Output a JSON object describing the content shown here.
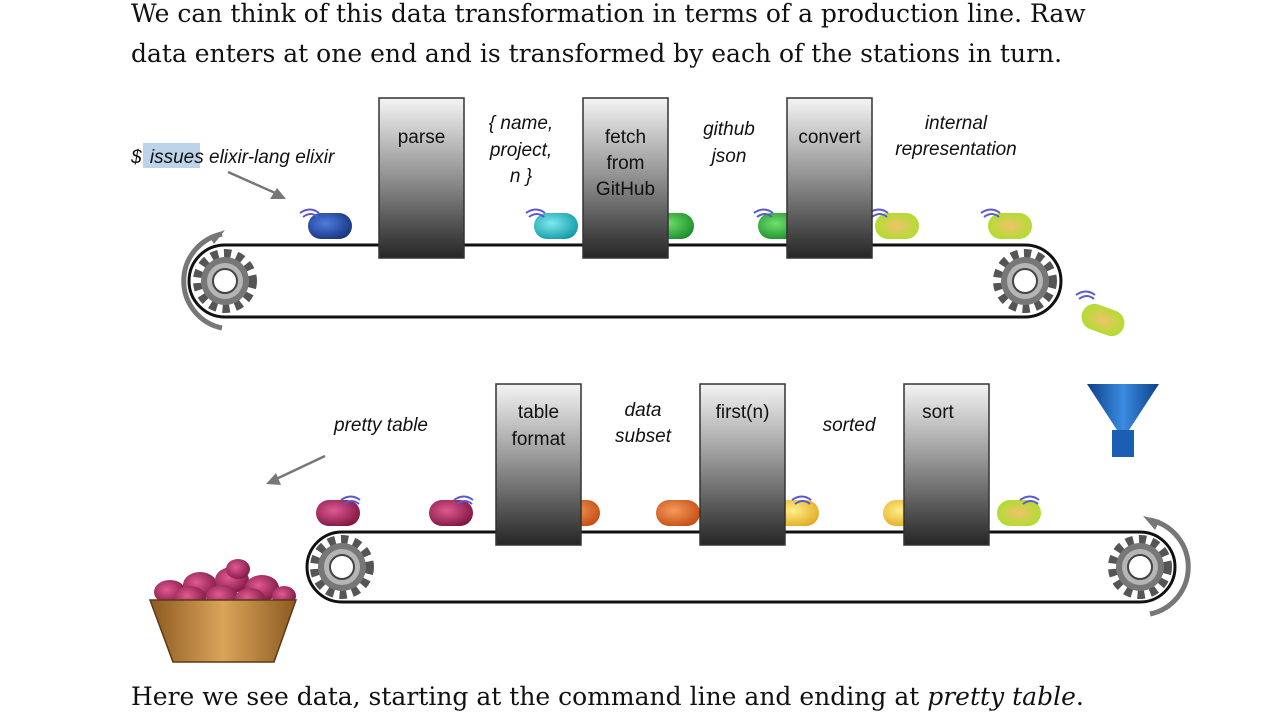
{
  "intro": {
    "line1": "We can think of this data transformation in terms of a production line. Raw",
    "line2": "data enters at one end and is transformed by each of the stations in turn."
  },
  "outro": {
    "prefix": "Here we see data, starting at the command line and ending at ",
    "emphasis": "pretty table",
    "suffix": "."
  },
  "diagram": {
    "command": {
      "prompt": "$",
      "highlighted": "issues",
      "rest": "elixir-lang elixir"
    },
    "top_stations": [
      {
        "lines": [
          "parse"
        ]
      },
      {
        "lines": [
          "fetch",
          "from",
          "GitHub"
        ]
      },
      {
        "lines": [
          "convert"
        ]
      }
    ],
    "top_labels": [
      {
        "lines": [
          "{ name,",
          "project,",
          "n }"
        ]
      },
      {
        "lines": [
          "github",
          "json"
        ]
      },
      {
        "lines": [
          "internal",
          "representation"
        ]
      }
    ],
    "bottom_stations": [
      {
        "lines": [
          "table",
          "format"
        ]
      },
      {
        "lines": [
          "first(n)"
        ]
      },
      {
        "lines": [
          "sort"
        ]
      }
    ],
    "bottom_labels": [
      {
        "lines": [
          "pretty table"
        ]
      },
      {
        "lines": [
          "data",
          "subset"
        ]
      },
      {
        "lines": [
          "sorted"
        ]
      }
    ]
  },
  "colors": {
    "belt": "#111111",
    "station_top": "#f2f2f2",
    "station_bottom": "#2a2a2a",
    "highlight": "#bcd3ea",
    "funnel": "#1a5fb4",
    "basket": "#c08a3e",
    "bean_dark": "#8a1a4a"
  }
}
